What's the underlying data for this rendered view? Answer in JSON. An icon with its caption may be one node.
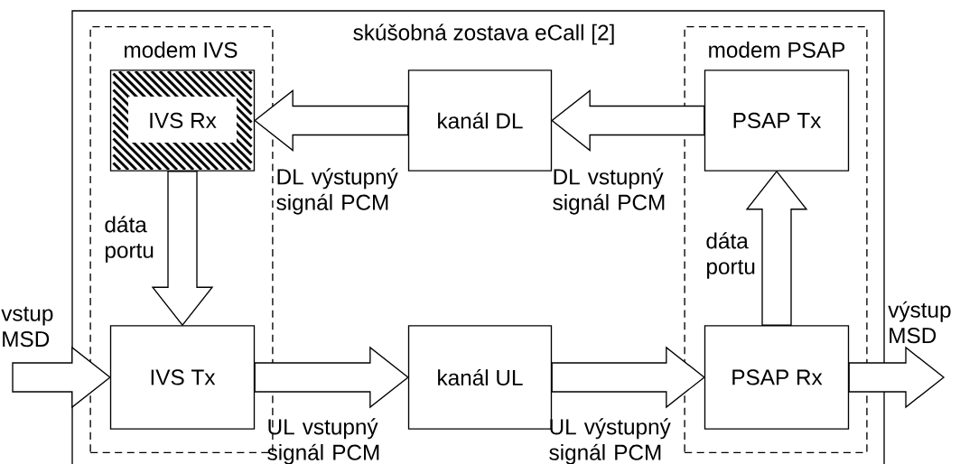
{
  "diagram": {
    "nodes": [
      {
        "text": [
          "skúšobná zostava eCall [2]"
        ]
      },
      {
        "text": [
          "modem IVS"
        ],
        "in": 0
      },
      {
        "text": [
          "IVS Rx"
        ],
        "in": 1
      },
      {
        "text": [
          "IVS Tx"
        ],
        "in": 1
      },
      {
        "text": [
          "kanál DL"
        ],
        "in": 0
      },
      {
        "text": [
          "kanál UL"
        ],
        "in": 0
      },
      {
        "text": [
          "modem PSAP"
        ],
        "in": 0
      },
      {
        "text": [
          "PSAP Tx"
        ],
        "in": 6
      },
      {
        "text": [
          "PSAP Rx"
        ],
        "in": 6
      }
    ],
    "edges": [
      {
        "from": null,
        "to": 3,
        "arrow": "to",
        "label": "vstup MSD"
      },
      {
        "from": 4,
        "to": 2,
        "arrow": "to",
        "label": "DL výstupný signál PCM"
      },
      {
        "from": 7,
        "to": 4,
        "arrow": "to",
        "label": "DL vstupný signál PCM"
      },
      {
        "from": 2,
        "to": 3,
        "arrow": "to",
        "label": "dáta portu"
      },
      {
        "from": 3,
        "to": 5,
        "arrow": "to",
        "label": "UL vstupný signál PCM"
      },
      {
        "from": 5,
        "to": 8,
        "arrow": "to",
        "label": "UL výstupný signál PCM"
      },
      {
        "from": 8,
        "to": 7,
        "arrow": "to",
        "label": "dáta portu"
      },
      {
        "from": 8,
        "to": null,
        "arrow": "to",
        "label": "výstup MSD"
      }
    ]
  }
}
